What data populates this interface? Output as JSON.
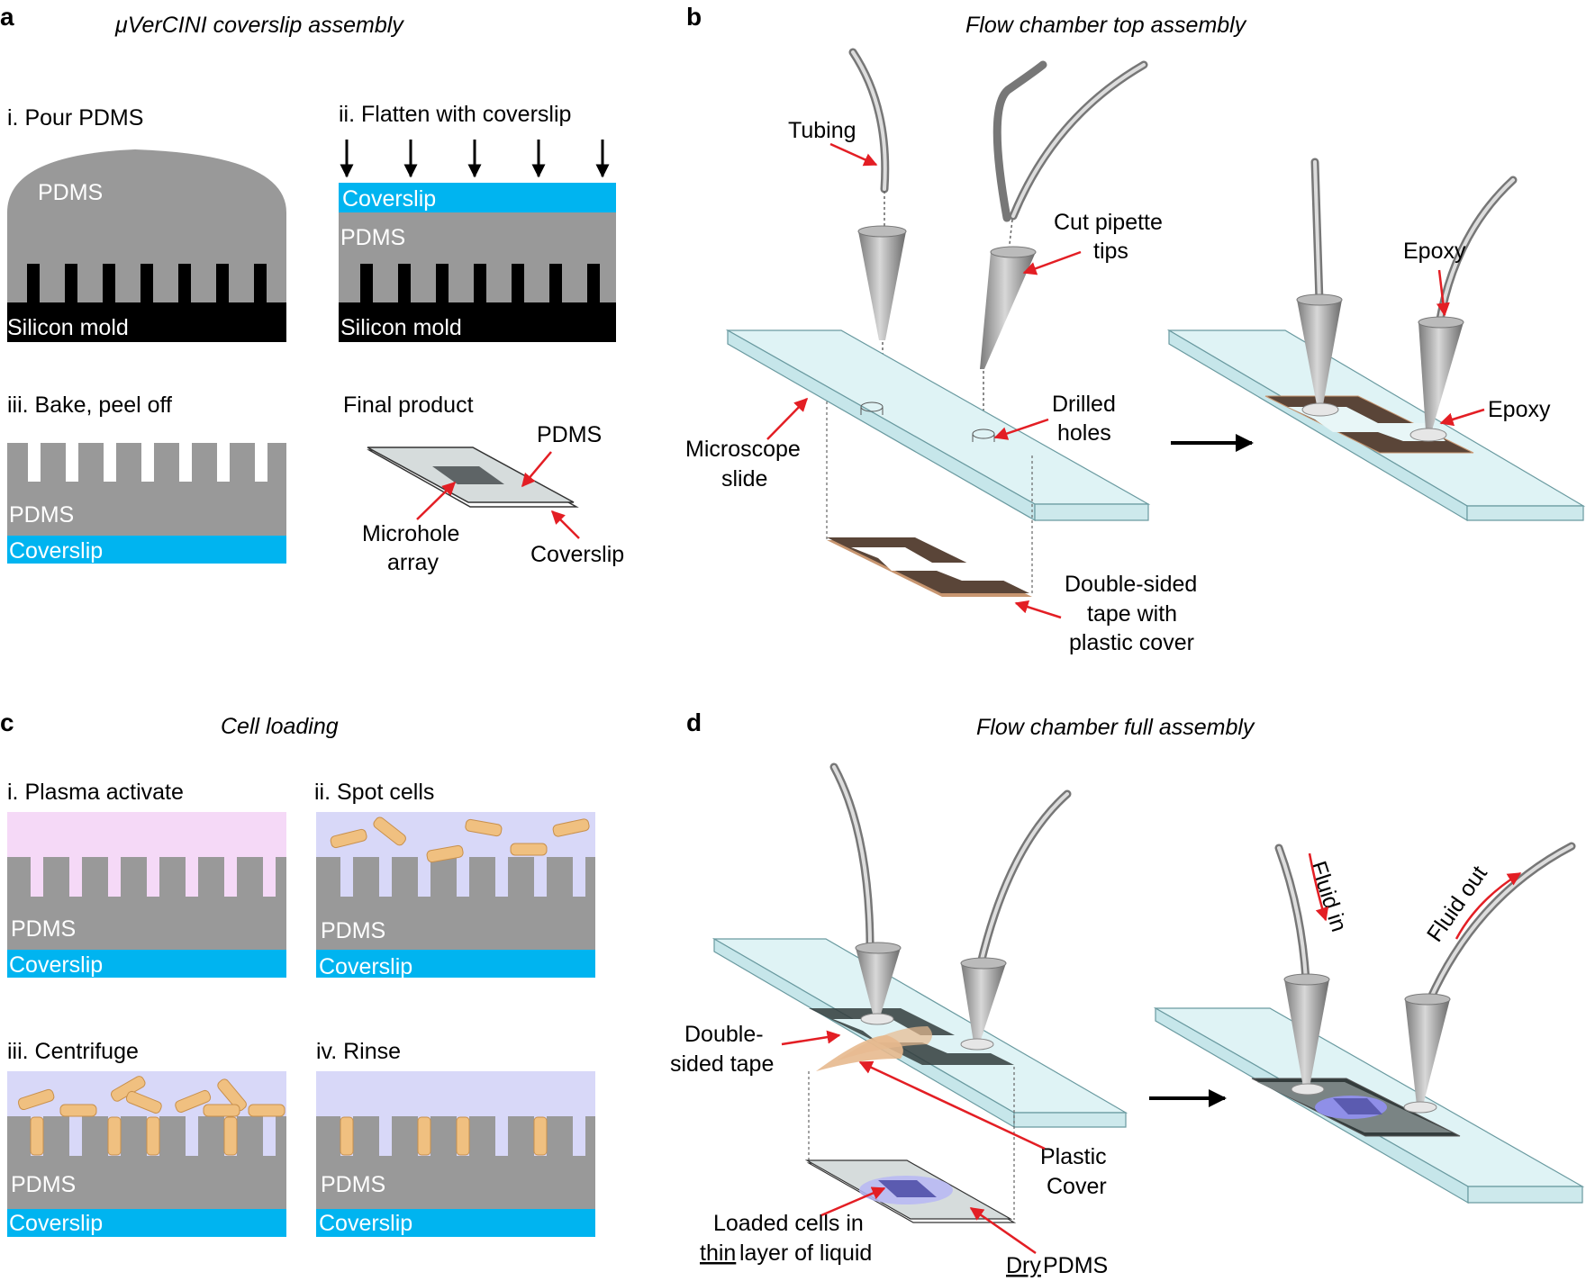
{
  "panel_a": {
    "letter": "a",
    "title": "μVerCINI coverslip assembly",
    "step1": "i. Pour PDMS",
    "step2": "ii. Flatten with coverslip",
    "step3": "iii. Bake, peel off",
    "step4": "Final product",
    "pdms": "PDMS",
    "coverslip": "Coverslip",
    "silicon_mold": "Silicon mold",
    "microhole_1": "Microhole",
    "microhole_2": "array"
  },
  "panel_b": {
    "letter": "b",
    "title": "Flow chamber top assembly",
    "tubing": "Tubing",
    "cut_tips_1": "Cut pipette",
    "cut_tips_2": "tips",
    "slide_1": "Microscope",
    "slide_2": "slide",
    "holes_1": "Drilled",
    "holes_2": "holes",
    "tape_1": "Double-sided",
    "tape_2": "tape with",
    "tape_3": "plastic cover",
    "epoxy": "Epoxy"
  },
  "panel_c": {
    "letter": "c",
    "title": "Cell loading",
    "step1": "i. Plasma activate",
    "step2": "ii. Spot cells",
    "step3": "iii. Centrifuge",
    "step4": "iv. Rinse",
    "pdms": "PDMS",
    "coverslip": "Coverslip"
  },
  "panel_d": {
    "letter": "d",
    "title": "Flow chamber full assembly",
    "tape_1": "Double-",
    "tape_2": "sided tape",
    "cover_1": "Plastic",
    "cover_2": "Cover",
    "cells_1": "Loaded cells in",
    "cells_2_u": "thin",
    "cells_2_rest": " layer of liquid",
    "dry_u": "Dry",
    "dry_rest": " PDMS",
    "fluid_in": "Fluid in",
    "fluid_out": "Fluid out"
  },
  "colors": {
    "pdms": "#999999",
    "coverslip": "#00b4f0",
    "mold": "#000000",
    "plasma": "#f5d9f7",
    "medium": "#d8d8f8",
    "cell": "#f0c080",
    "slide": "#dff3f5",
    "tape": "#5a4538",
    "arrow": "#e31e24"
  }
}
